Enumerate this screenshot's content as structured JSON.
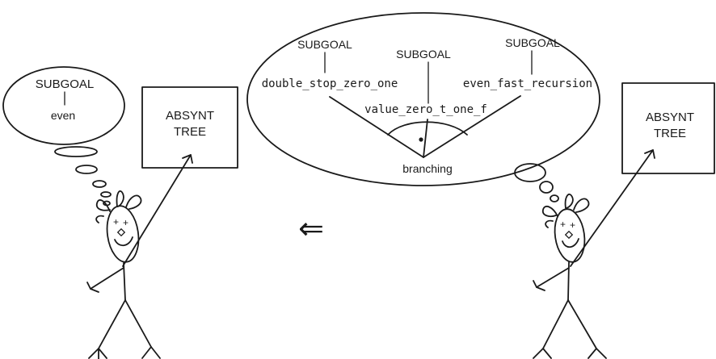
{
  "left_thought": {
    "top_label": "SUBGOAL",
    "bottom_label": "even"
  },
  "left_box": {
    "line1": "ABSYNT",
    "line2": "TREE"
  },
  "right_thought": {
    "subgoal_left": "SUBGOAL",
    "subgoal_middle": "SUBGOAL",
    "subgoal_right": "SUBGOAL",
    "goal_left": "double_stop_zero_one",
    "goal_middle": "value_zero_t_one_f",
    "goal_right": "even_fast_recursion",
    "root": "branching"
  },
  "right_box": {
    "line1": "ABSYNT",
    "line2": "TREE"
  },
  "arrow_symbol": "⇐"
}
